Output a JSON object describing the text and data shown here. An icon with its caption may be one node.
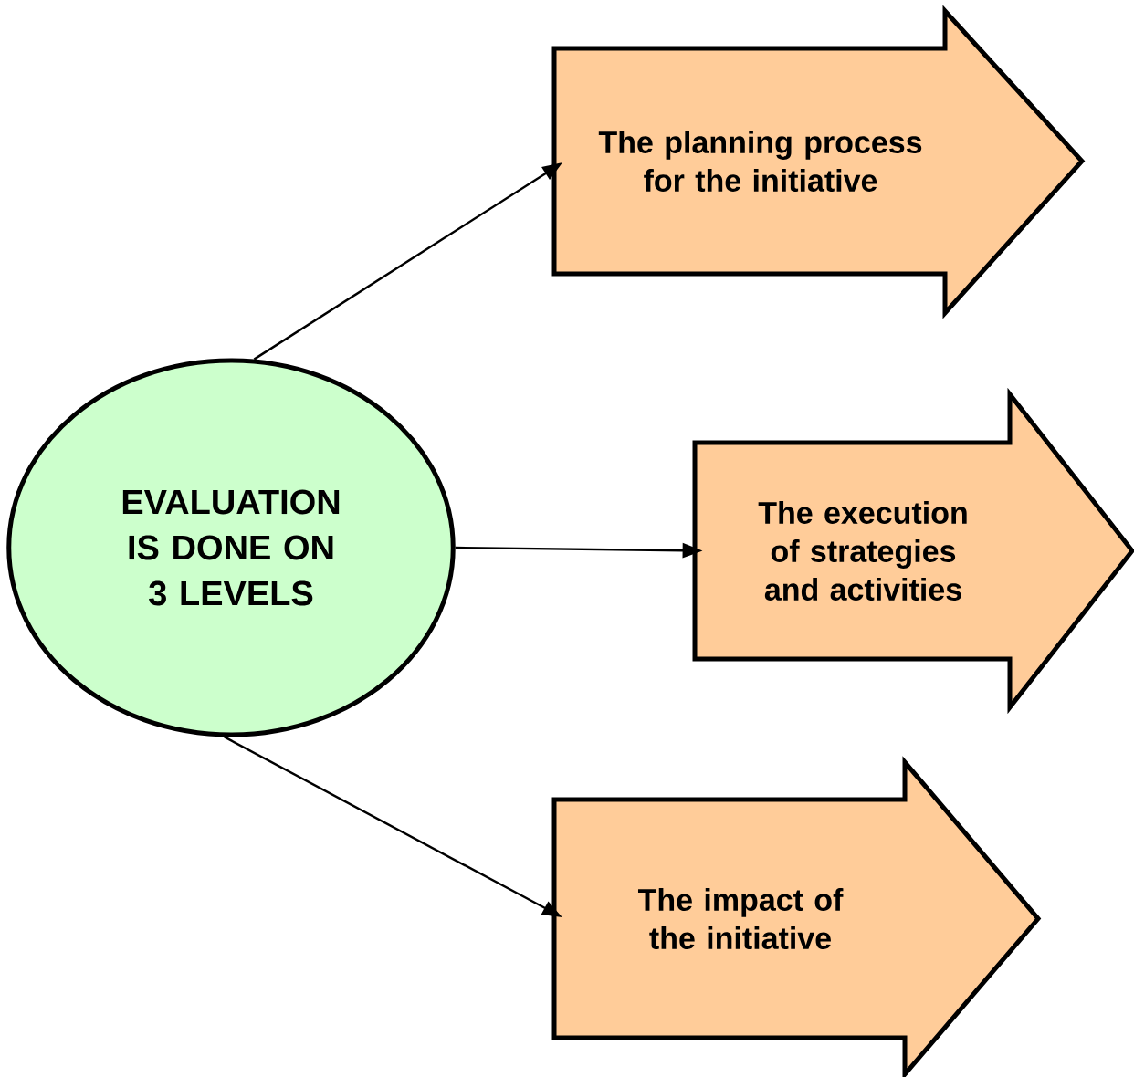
{
  "diagram": {
    "nodes": [
      {
        "text": [
          "EVALUATION IS DONE ON 3 LEVELS"
        ]
      },
      {
        "text": [
          "The planning process for the initiative"
        ]
      },
      {
        "text": [
          "The execution of strategies and activities"
        ]
      },
      {
        "text": [
          "The impact of the initiative"
        ]
      }
    ],
    "edges": [
      {
        "from": 0,
        "to": 1,
        "arrow": "to"
      },
      {
        "from": 0,
        "to": 2,
        "arrow": "to"
      },
      {
        "from": 0,
        "to": 3,
        "arrow": "to"
      }
    ]
  }
}
